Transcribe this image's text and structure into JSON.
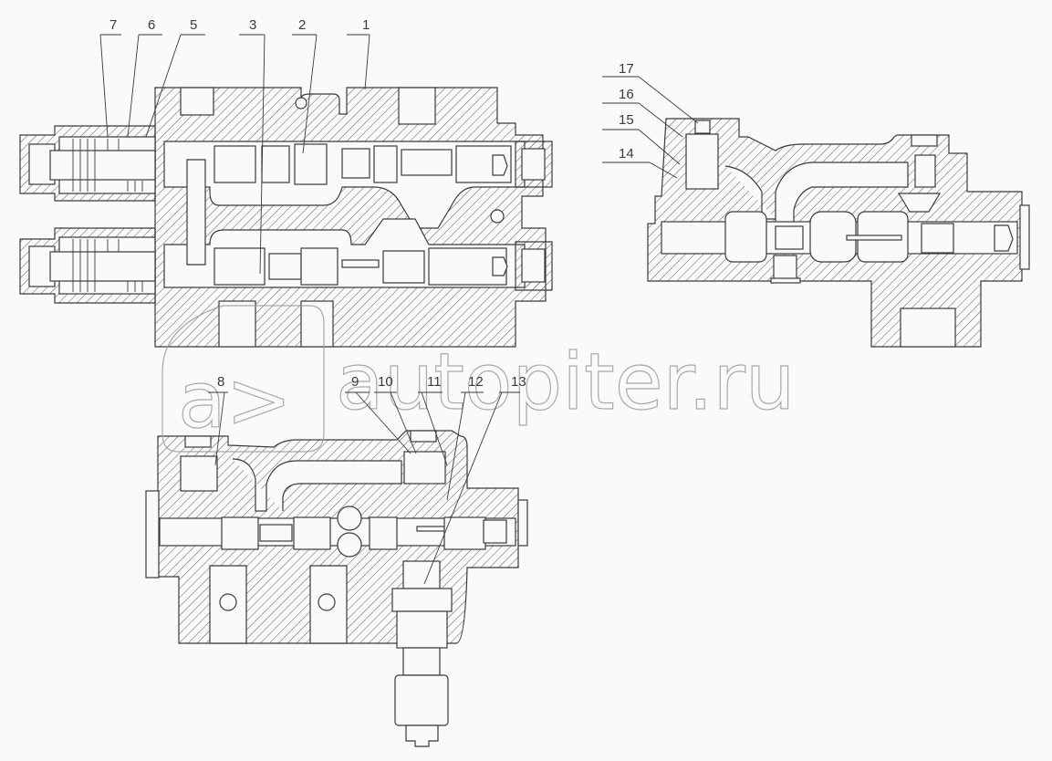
{
  "drawing": {
    "type": "hydraulic valve assembly — sectional views",
    "colors": {
      "background": "#f9fbfa",
      "line": "#3a3a3a",
      "hatch": "#5a5a5a",
      "watermark": "#9a9a9a"
    },
    "views": [
      {
        "id": "main-section",
        "description": "twin-spool distributor section with spring caps on the left"
      },
      {
        "id": "right-section",
        "description": "section with relief valve and spool"
      },
      {
        "id": "bottom-section",
        "description": "section with check valve and downward fitting"
      }
    ],
    "callouts": [
      {
        "label": "1"
      },
      {
        "label": "2"
      },
      {
        "label": "3"
      },
      {
        "label": "5"
      },
      {
        "label": "6"
      },
      {
        "label": "7"
      },
      {
        "label": "8"
      },
      {
        "label": "9"
      },
      {
        "label": "10"
      },
      {
        "label": "11"
      },
      {
        "label": "12"
      },
      {
        "label": "13"
      },
      {
        "label": "14"
      },
      {
        "label": "15"
      },
      {
        "label": "16"
      },
      {
        "label": "17"
      }
    ]
  },
  "watermark": {
    "logo_glyphs": "a>",
    "text": "autopiter.ru"
  }
}
